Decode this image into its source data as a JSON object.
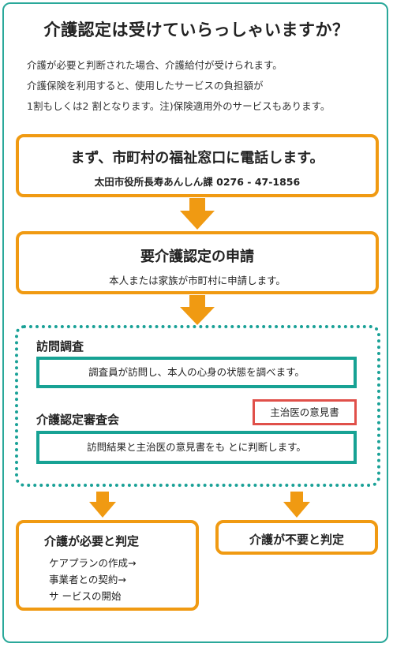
{
  "title": "介護認定は受けていらっしゃいますか？",
  "intro": {
    "line1": "介護が必要と判断された場合、介護給付が受けられます。",
    "line2": "介護保険を利用すると、使用したサービスの負担額が",
    "line3": "1割もしくは2 割となります。注)保険適用外のサービスもあります。"
  },
  "step1": {
    "heading": "まず、市町村の福祉窓口に電話します。",
    "contact": "太田市役所長寿あんしん課 0276 - 47-1856"
  },
  "step2": {
    "heading": "要介護認定の申請",
    "text": "本人または家族が市町村に申請します。"
  },
  "visit": {
    "heading": "訪問調査",
    "text": "調査員が訪問し、本人の心身の状態を調べます。"
  },
  "review": {
    "heading": "介護認定審査会",
    "doctor_note": "主治医の意見書",
    "text": "訪問結果と主治医の意見書をも とに判断します。"
  },
  "outcome_needed": {
    "heading": "介護が必要と判定",
    "items": [
      "ケアプランの作成→",
      "事業者との契約→",
      "サ ービスの開始"
    ]
  },
  "outcome_not_needed": {
    "heading": "介護が不要と判定"
  },
  "colors": {
    "orange": "#f09a12",
    "teal": "#17a294",
    "red": "#e0504a"
  }
}
